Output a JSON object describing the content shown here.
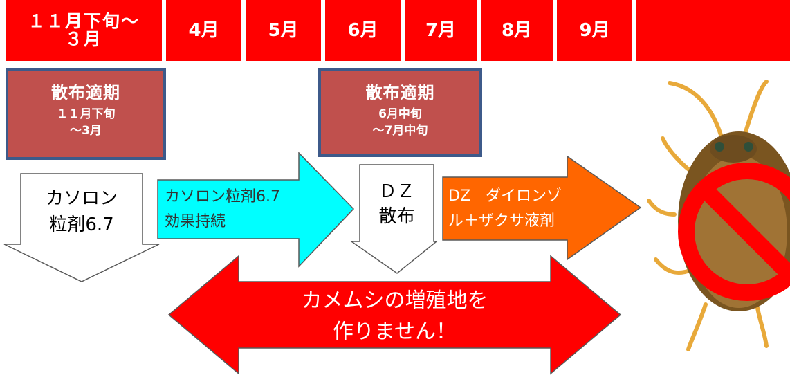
{
  "timeline": {
    "months": [
      "１１月下旬～\n３月",
      "4月",
      "5月",
      "6月",
      "7月",
      "8月",
      "9月",
      ""
    ]
  },
  "periods": {
    "winter": {
      "title": "散布適期",
      "range": "１１月下旬\n～3月"
    },
    "summer": {
      "title": "散布適期",
      "range": "6月中旬\n～7月中旬"
    }
  },
  "arrows": {
    "karuron_apply": "カソロン\n粒剤6.7",
    "karuron_effect": "カソロン粒剤6.7\n効果持続",
    "dz_apply": "ＤＺ\n散布",
    "dz_daiiron": "DZ　ダイロンゾ\nル＋ザクサ液剤",
    "message": "カメムシの増殖地を\n作りません！"
  },
  "colors": {
    "header_red": "#ff0000",
    "period_fill": "#c0504d",
    "period_border": "#3d5a8a",
    "cyan_arrow": "#00ffff",
    "orange_arrow": "#ff6600",
    "message_arrow": "#ff0000"
  },
  "icons": {
    "no_bug": "no-stinkbug-icon"
  }
}
